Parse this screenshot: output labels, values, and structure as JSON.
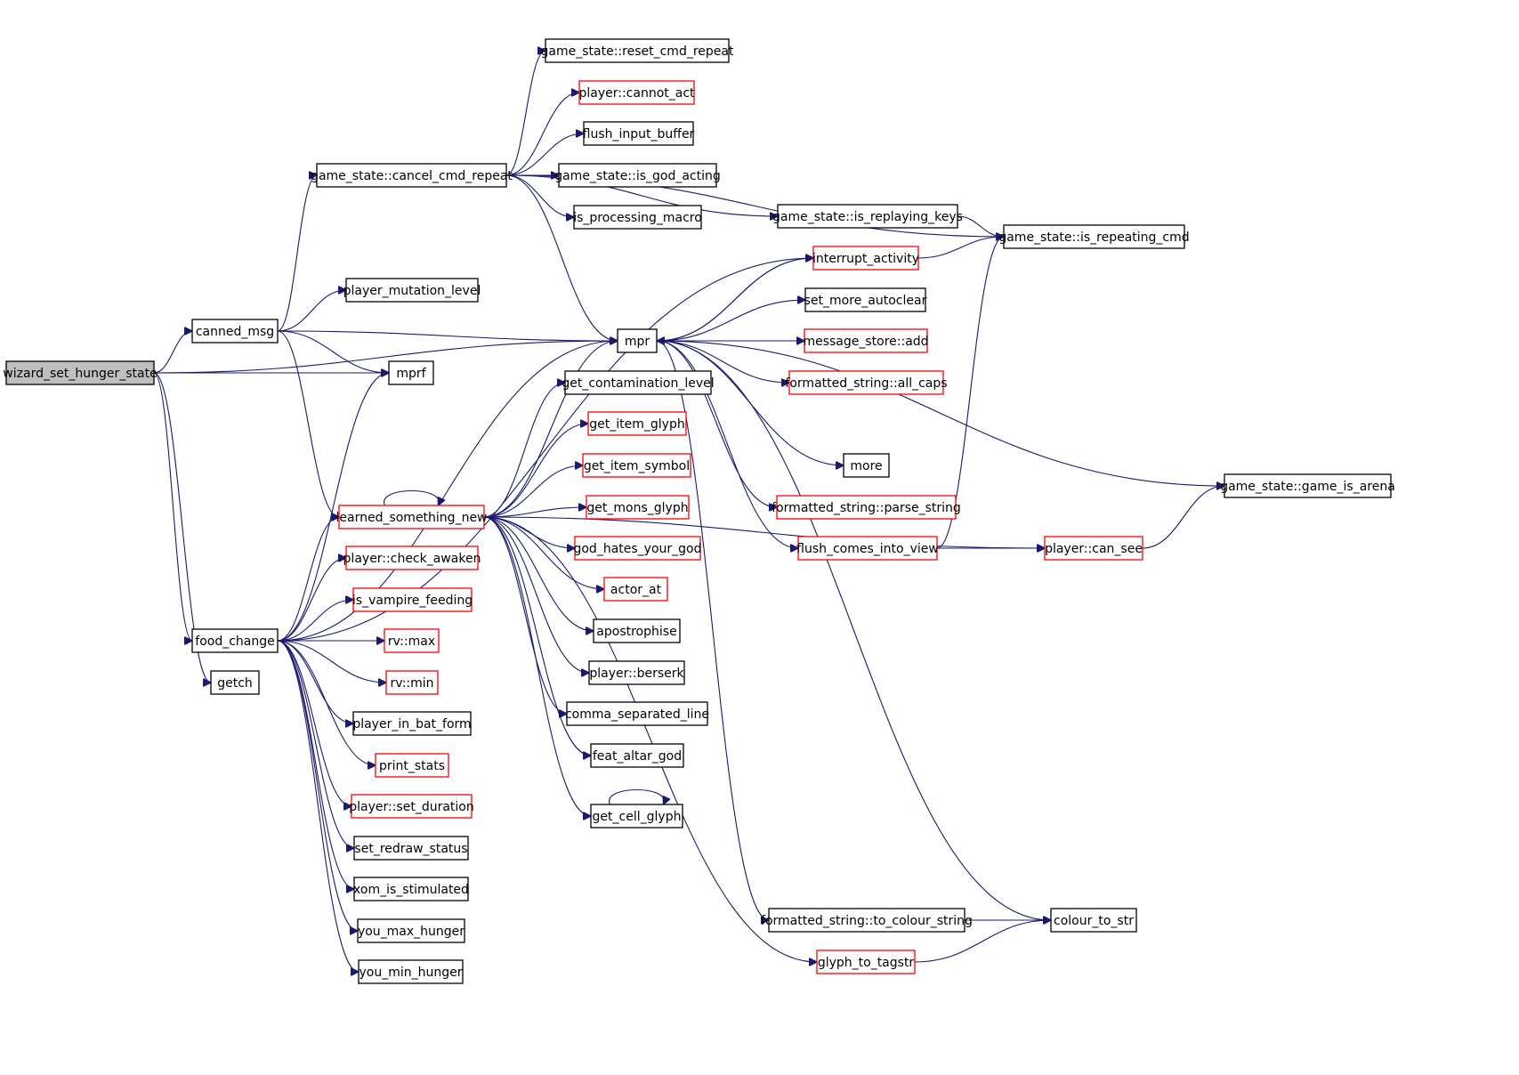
{
  "colors": {
    "edge": "#191970",
    "node_border_black": "#000000",
    "node_border_red": "#ff0000",
    "root_fill": "#bfbfbf",
    "node_fill": "#ffffff"
  },
  "nodes": {
    "wizard_set_hunger_state": {
      "label": "wizard_set_hunger_state",
      "style": "root"
    },
    "canned_msg": {
      "label": "canned_msg",
      "style": "black"
    },
    "food_change": {
      "label": "food_change",
      "style": "black"
    },
    "getch": {
      "label": "getch",
      "style": "black"
    },
    "mprf": {
      "label": "mprf",
      "style": "black"
    },
    "player_mutation_level": {
      "label": "player_mutation_level",
      "style": "black"
    },
    "cancel_cmd_repeat": {
      "label": "game_state::cancel_cmd_repeat",
      "style": "black"
    },
    "reset_cmd_repeat": {
      "label": "game_state::reset_cmd_repeat",
      "style": "black"
    },
    "cannot_act": {
      "label": "player::cannot_act",
      "style": "red"
    },
    "flush_input_buffer": {
      "label": "flush_input_buffer",
      "style": "black"
    },
    "is_god_acting": {
      "label": "game_state::is_god_acting",
      "style": "black"
    },
    "is_processing_macro": {
      "label": "is_processing_macro",
      "style": "black"
    },
    "is_replaying_keys": {
      "label": "game_state::is_replaying_keys",
      "style": "black"
    },
    "is_repeating_cmd": {
      "label": "game_state::is_repeating_cmd",
      "style": "black"
    },
    "interrupt_activity": {
      "label": "interrupt_activity",
      "style": "red"
    },
    "set_more_autoclear": {
      "label": "set_more_autoclear",
      "style": "black"
    },
    "mpr": {
      "label": "mpr",
      "style": "black"
    },
    "message_store_add": {
      "label": "message_store::add",
      "style": "red"
    },
    "all_caps": {
      "label": "formatted_string::all_caps",
      "style": "red"
    },
    "get_contamination_level": {
      "label": "get_contamination_level",
      "style": "black"
    },
    "get_item_glyph": {
      "label": "get_item_glyph",
      "style": "red"
    },
    "get_item_symbol": {
      "label": "get_item_symbol",
      "style": "red"
    },
    "get_mons_glyph": {
      "label": "get_mons_glyph",
      "style": "red"
    },
    "god_hates_your_god": {
      "label": "god_hates_your_god",
      "style": "red"
    },
    "actor_at": {
      "label": "actor_at",
      "style": "red"
    },
    "apostrophise": {
      "label": "apostrophise",
      "style": "black"
    },
    "player_berserk": {
      "label": "player::berserk",
      "style": "black"
    },
    "comma_separated_line": {
      "label": "comma_separated_line",
      "style": "black"
    },
    "feat_altar_god": {
      "label": "feat_altar_god",
      "style": "black"
    },
    "get_cell_glyph": {
      "label": "get_cell_glyph",
      "style": "black"
    },
    "more": {
      "label": "more",
      "style": "black"
    },
    "game_is_arena": {
      "label": "game_state::game_is_arena",
      "style": "black"
    },
    "parse_string": {
      "label": "formatted_string::parse_string",
      "style": "red"
    },
    "flush_comes_into_view": {
      "label": "flush_comes_into_view",
      "style": "red"
    },
    "player_can_see": {
      "label": "player::can_see",
      "style": "red"
    },
    "learned_something_new": {
      "label": "learned_something_new",
      "style": "red"
    },
    "check_awaken": {
      "label": "player::check_awaken",
      "style": "red"
    },
    "is_vampire_feeding": {
      "label": "is_vampire_feeding",
      "style": "red"
    },
    "rv_max": {
      "label": "rv::max",
      "style": "red"
    },
    "rv_min": {
      "label": "rv::min",
      "style": "red"
    },
    "player_in_bat_form": {
      "label": "player_in_bat_form",
      "style": "black"
    },
    "print_stats": {
      "label": "print_stats",
      "style": "red"
    },
    "set_duration": {
      "label": "player::set_duration",
      "style": "red"
    },
    "set_redraw_status": {
      "label": "set_redraw_status",
      "style": "black"
    },
    "xom_is_stimulated": {
      "label": "xom_is_stimulated",
      "style": "black"
    },
    "you_max_hunger": {
      "label": "you_max_hunger",
      "style": "black"
    },
    "you_min_hunger": {
      "label": "you_min_hunger",
      "style": "black"
    },
    "to_colour_string": {
      "label": "formatted_string::to_colour_string",
      "style": "black"
    },
    "colour_to_str": {
      "label": "colour_to_str",
      "style": "black"
    },
    "glyph_to_tagstr": {
      "label": "glyph_to_tagstr",
      "style": "red"
    }
  },
  "edges": [
    [
      "wizard_set_hunger_state",
      "canned_msg"
    ],
    [
      "wizard_set_hunger_state",
      "mprf"
    ],
    [
      "wizard_set_hunger_state",
      "mpr"
    ],
    [
      "wizard_set_hunger_state",
      "food_change"
    ],
    [
      "wizard_set_hunger_state",
      "getch"
    ],
    [
      "canned_msg",
      "cancel_cmd_repeat"
    ],
    [
      "canned_msg",
      "player_mutation_level"
    ],
    [
      "canned_msg",
      "mpr"
    ],
    [
      "canned_msg",
      "mprf"
    ],
    [
      "canned_msg",
      "learned_something_new"
    ],
    [
      "cancel_cmd_repeat",
      "reset_cmd_repeat"
    ],
    [
      "cancel_cmd_repeat",
      "cannot_act"
    ],
    [
      "cancel_cmd_repeat",
      "flush_input_buffer"
    ],
    [
      "cancel_cmd_repeat",
      "is_god_acting"
    ],
    [
      "cancel_cmd_repeat",
      "is_processing_macro"
    ],
    [
      "cancel_cmd_repeat",
      "is_replaying_keys"
    ],
    [
      "cancel_cmd_repeat",
      "is_repeating_cmd"
    ],
    [
      "cancel_cmd_repeat",
      "mpr"
    ],
    [
      "is_replaying_keys",
      "is_repeating_cmd"
    ],
    [
      "interrupt_activity",
      "is_repeating_cmd"
    ],
    [
      "interrupt_activity",
      "mpr"
    ],
    [
      "mpr",
      "interrupt_activity"
    ],
    [
      "mpr",
      "set_more_autoclear"
    ],
    [
      "mpr",
      "message_store_add"
    ],
    [
      "mpr",
      "all_caps"
    ],
    [
      "mpr",
      "more"
    ],
    [
      "mpr",
      "game_is_arena"
    ],
    [
      "mpr",
      "parse_string"
    ],
    [
      "mpr",
      "flush_comes_into_view"
    ],
    [
      "mpr",
      "to_colour_string"
    ],
    [
      "mpr",
      "colour_to_str"
    ],
    [
      "flush_comes_into_view",
      "player_can_see"
    ],
    [
      "flush_comes_into_view",
      "is_repeating_cmd"
    ],
    [
      "player_can_see",
      "game_is_arena"
    ],
    [
      "food_change",
      "mprf"
    ],
    [
      "food_change",
      "mpr"
    ],
    [
      "food_change",
      "interrupt_activity"
    ],
    [
      "food_change",
      "learned_something_new"
    ],
    [
      "food_change",
      "check_awaken"
    ],
    [
      "food_change",
      "is_vampire_feeding"
    ],
    [
      "food_change",
      "rv_max"
    ],
    [
      "food_change",
      "rv_min"
    ],
    [
      "food_change",
      "player_in_bat_form"
    ],
    [
      "food_change",
      "print_stats"
    ],
    [
      "food_change",
      "set_duration"
    ],
    [
      "food_change",
      "set_redraw_status"
    ],
    [
      "food_change",
      "xom_is_stimulated"
    ],
    [
      "food_change",
      "you_max_hunger"
    ],
    [
      "food_change",
      "you_min_hunger"
    ],
    [
      "learned_something_new",
      "learned_something_new"
    ],
    [
      "learned_something_new",
      "mpr"
    ],
    [
      "learned_something_new",
      "get_contamination_level"
    ],
    [
      "learned_something_new",
      "get_item_glyph"
    ],
    [
      "learned_something_new",
      "get_item_symbol"
    ],
    [
      "learned_something_new",
      "get_mons_glyph"
    ],
    [
      "learned_something_new",
      "god_hates_your_god"
    ],
    [
      "learned_something_new",
      "actor_at"
    ],
    [
      "learned_something_new",
      "apostrophise"
    ],
    [
      "learned_something_new",
      "player_berserk"
    ],
    [
      "learned_something_new",
      "comma_separated_line"
    ],
    [
      "learned_something_new",
      "feat_altar_god"
    ],
    [
      "learned_something_new",
      "get_cell_glyph"
    ],
    [
      "learned_something_new",
      "player_can_see"
    ],
    [
      "learned_something_new",
      "glyph_to_tagstr"
    ],
    [
      "get_cell_glyph",
      "get_cell_glyph"
    ],
    [
      "to_colour_string",
      "colour_to_str"
    ],
    [
      "glyph_to_tagstr",
      "colour_to_str"
    ]
  ]
}
